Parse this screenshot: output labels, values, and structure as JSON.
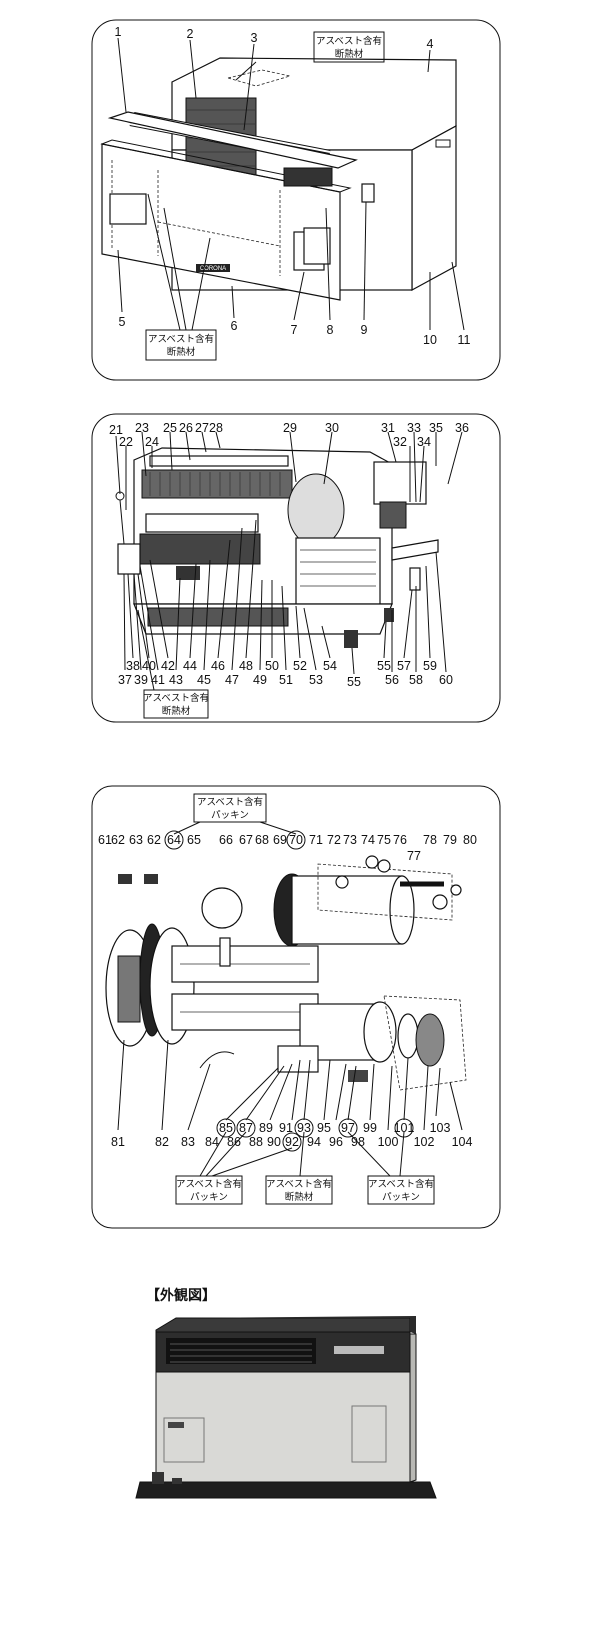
{
  "panel1": {
    "numbers": [
      "1",
      "2",
      "3",
      "4",
      "5",
      "6",
      "7",
      "8",
      "9",
      "10",
      "11"
    ],
    "callouts": [
      {
        "line1": "アスベスト含有",
        "line2": "断熱材"
      },
      {
        "line1": "アスベスト含有",
        "line2": "断熱材"
      }
    ],
    "brand": "CORONA"
  },
  "panel2": {
    "numbers": [
      "21",
      "22",
      "23",
      "24",
      "25",
      "26",
      "27",
      "28",
      "29",
      "30",
      "31",
      "32",
      "33",
      "34",
      "35",
      "36",
      "37",
      "38",
      "39",
      "40",
      "41",
      "42",
      "43",
      "44",
      "45",
      "46",
      "47",
      "48",
      "49",
      "50",
      "51",
      "52",
      "53",
      "54",
      "55",
      "55",
      "56",
      "57",
      "58",
      "59",
      "60"
    ],
    "callouts": [
      {
        "line1": "アスベスト含有",
        "line2": "断熱材"
      }
    ]
  },
  "panel3": {
    "numbers": [
      "61",
      "62",
      "63",
      "62",
      "64",
      "65",
      "66",
      "67",
      "68",
      "69",
      "70",
      "71",
      "72",
      "73",
      "74",
      "75",
      "76",
      "77",
      "78",
      "79",
      "80",
      "81",
      "82",
      "83",
      "84",
      "85",
      "86",
      "87",
      "88",
      "89",
      "90",
      "91",
      "92",
      "93",
      "94",
      "95",
      "96",
      "97",
      "98",
      "99",
      "100",
      "101",
      "102",
      "103",
      "104"
    ],
    "circled": [
      "64",
      "70",
      "85",
      "87",
      "92",
      "93",
      "97",
      "101"
    ],
    "callouts": [
      {
        "line1": "アスベスト含有",
        "line2": "パッキン"
      },
      {
        "line1": "アスベスト含有",
        "line2": "パッキン"
      },
      {
        "line1": "アスベスト含有",
        "line2": "断熱材"
      },
      {
        "line1": "アスベスト含有",
        "line2": "パッキン"
      }
    ]
  },
  "exterior": {
    "title": "【外観図】"
  },
  "colors": {
    "stroke": "#111111",
    "heater_body": "#d9d9d6",
    "heater_top": "#3a3a3a",
    "background": "#ffffff"
  }
}
